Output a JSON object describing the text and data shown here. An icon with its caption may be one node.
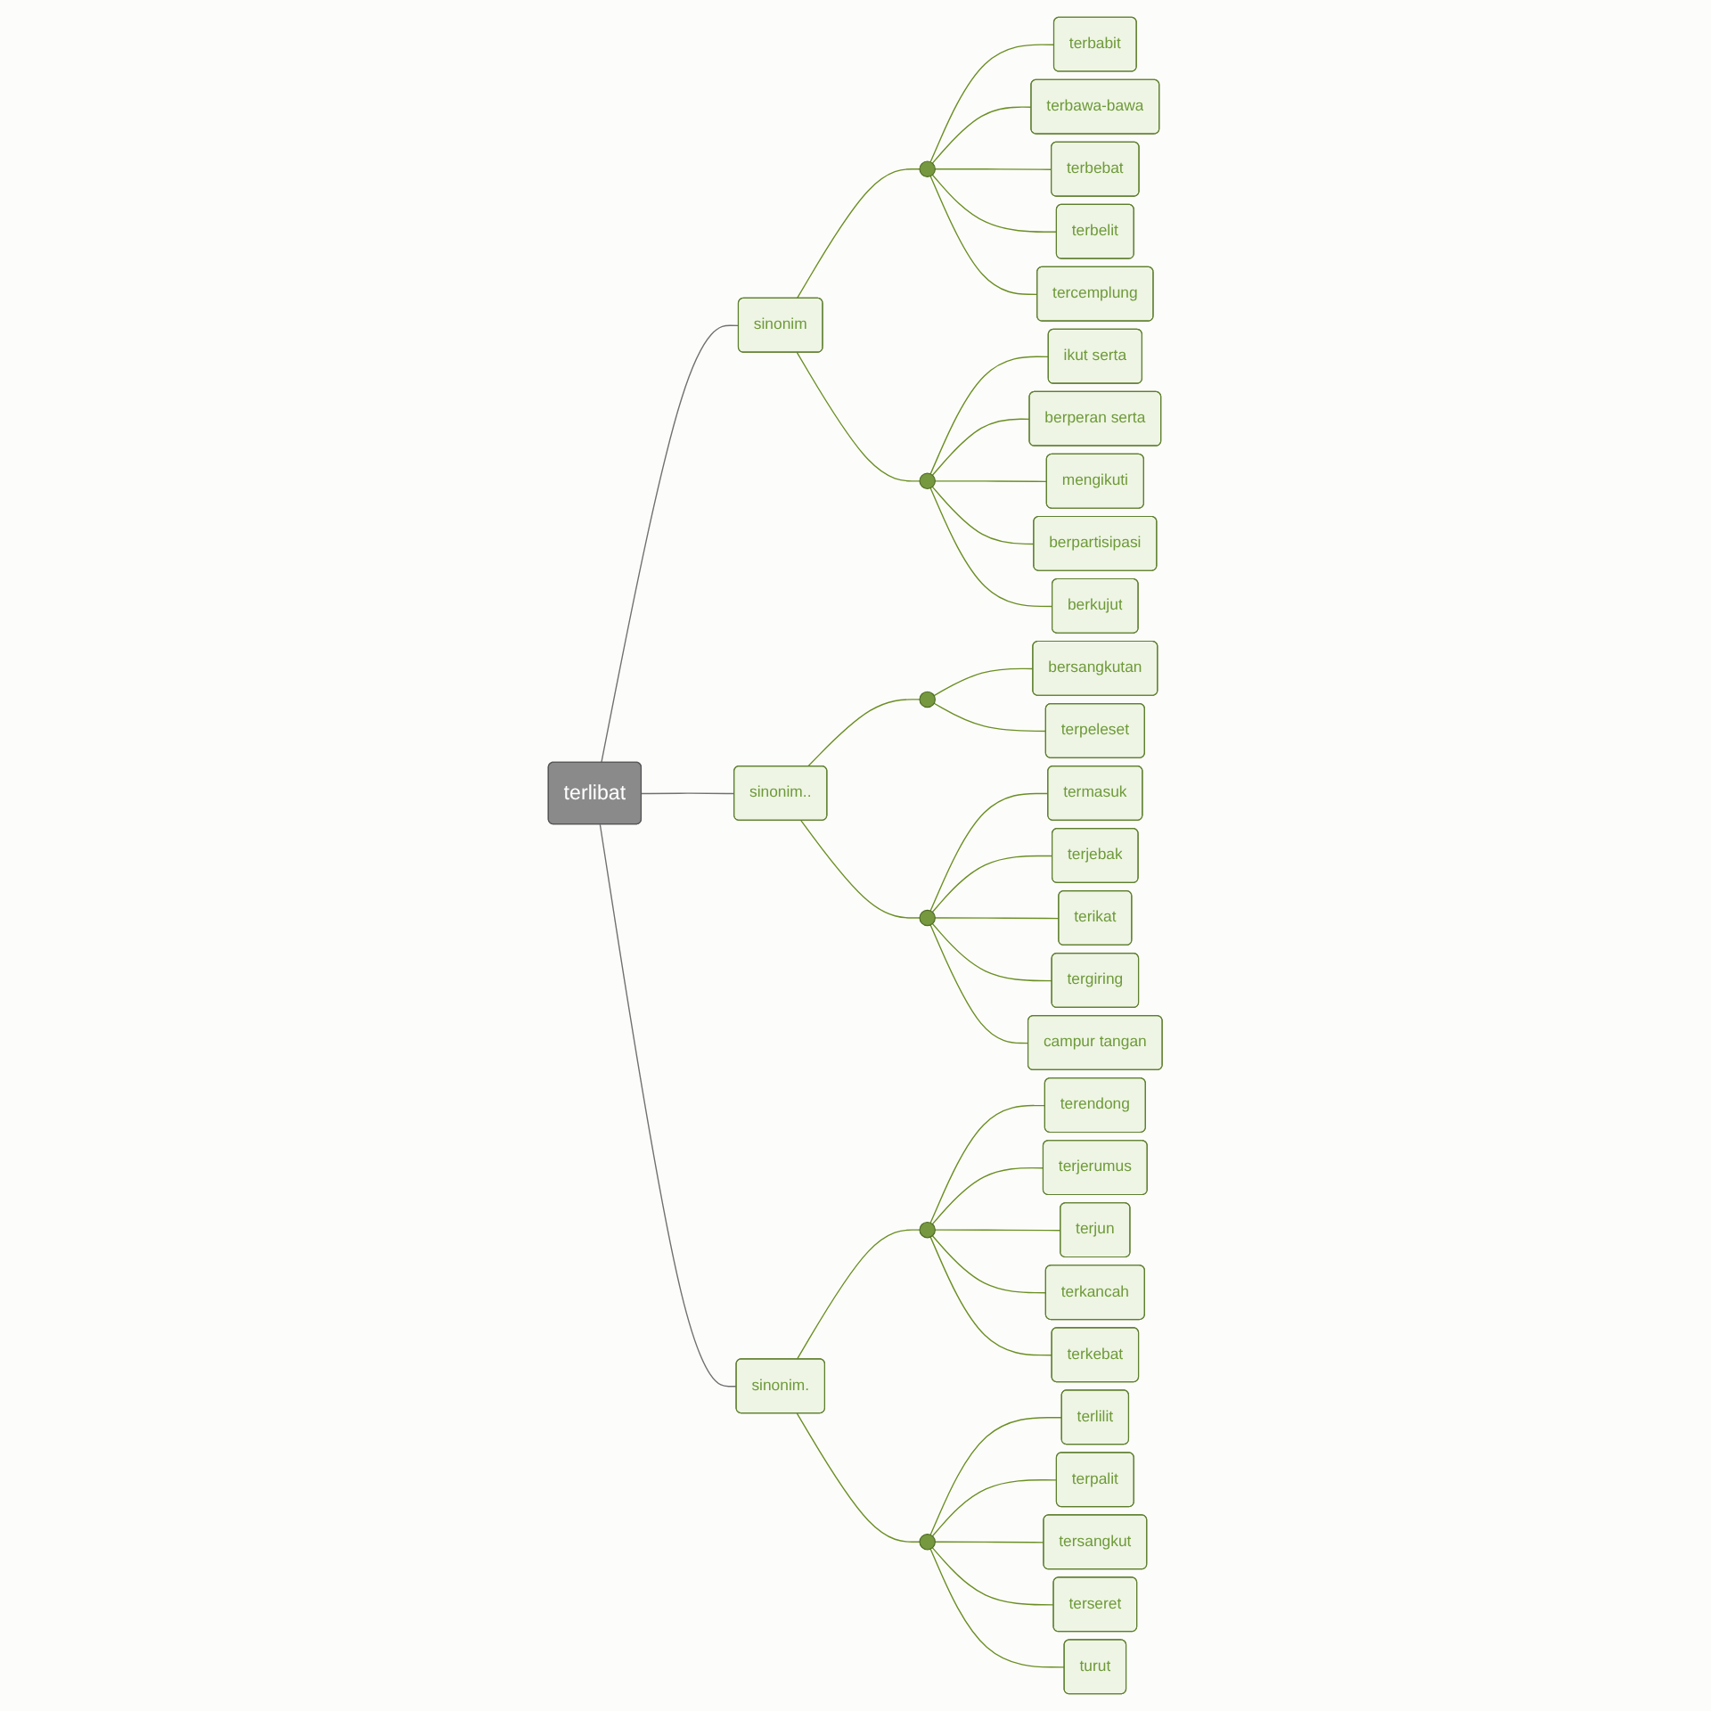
{
  "diagram": {
    "nodes": [
      {
        "text": [
          "terlibat"
        ]
      },
      {
        "text": [
          "sinonim"
        ]
      },
      {
        "text": [],
        "shape": "circle"
      },
      {
        "text": [
          "terbabit"
        ]
      },
      {
        "text": [
          "terbawa-bawa"
        ]
      },
      {
        "text": [
          "terbebat"
        ]
      },
      {
        "text": [
          "terbelit"
        ]
      },
      {
        "text": [
          "tercemplung"
        ]
      },
      {
        "text": [],
        "shape": "circle"
      },
      {
        "text": [
          "ikut serta"
        ]
      },
      {
        "text": [
          "berperan serta"
        ]
      },
      {
        "text": [
          "mengikuti"
        ]
      },
      {
        "text": [
          "berpartisipasi"
        ]
      },
      {
        "text": [
          "berkujut"
        ]
      },
      {
        "text": [
          "sinonim.."
        ]
      },
      {
        "text": [],
        "shape": "circle"
      },
      {
        "text": [
          "bersangkutan"
        ]
      },
      {
        "text": [
          "terpeleset"
        ]
      },
      {
        "text": [],
        "shape": "circle"
      },
      {
        "text": [
          "termasuk"
        ]
      },
      {
        "text": [
          "terjebak"
        ]
      },
      {
        "text": [
          "terikat"
        ]
      },
      {
        "text": [
          "tergiring"
        ]
      },
      {
        "text": [
          "campur tangan"
        ]
      },
      {
        "text": [
          "sinonim."
        ]
      },
      {
        "text": [],
        "shape": "circle"
      },
      {
        "text": [
          "terendong"
        ]
      },
      {
        "text": [
          "terjerumus"
        ]
      },
      {
        "text": [
          "terjun"
        ]
      },
      {
        "text": [
          "terkancah"
        ]
      },
      {
        "text": [
          "terkebat"
        ]
      },
      {
        "text": [],
        "shape": "circle"
      },
      {
        "text": [
          "terlilit"
        ]
      },
      {
        "text": [
          "terpalit"
        ]
      },
      {
        "text": [
          "tersangkut"
        ]
      },
      {
        "text": [
          "terseret"
        ]
      },
      {
        "text": [
          "turut"
        ]
      }
    ],
    "edges": [
      {
        "from": 0,
        "to": 1,
        "arrow": "none",
        "color": "#707070"
      },
      {
        "from": 1,
        "to": 2,
        "arrow": "none"
      },
      {
        "from": 2,
        "to": 3,
        "arrow": "none"
      },
      {
        "from": 2,
        "to": 4,
        "arrow": "none"
      },
      {
        "from": 2,
        "to": 5,
        "arrow": "none"
      },
      {
        "from": 2,
        "to": 6,
        "arrow": "none"
      },
      {
        "from": 2,
        "to": 7,
        "arrow": "none"
      },
      {
        "from": 1,
        "to": 8,
        "arrow": "none"
      },
      {
        "from": 8,
        "to": 9,
        "arrow": "none"
      },
      {
        "from": 8,
        "to": 10,
        "arrow": "none"
      },
      {
        "from": 8,
        "to": 11,
        "arrow": "none"
      },
      {
        "from": 8,
        "to": 12,
        "arrow": "none"
      },
      {
        "from": 8,
        "to": 13,
        "arrow": "none"
      },
      {
        "from": 0,
        "to": 14,
        "arrow": "none",
        "color": "#707070"
      },
      {
        "from": 14,
        "to": 15,
        "arrow": "none"
      },
      {
        "from": 15,
        "to": 16,
        "arrow": "none"
      },
      {
        "from": 15,
        "to": 17,
        "arrow": "none"
      },
      {
        "from": 14,
        "to": 18,
        "arrow": "none"
      },
      {
        "from": 18,
        "to": 19,
        "arrow": "none"
      },
      {
        "from": 18,
        "to": 20,
        "arrow": "none"
      },
      {
        "from": 18,
        "to": 21,
        "arrow": "none"
      },
      {
        "from": 18,
        "to": 22,
        "arrow": "none"
      },
      {
        "from": 18,
        "to": 23,
        "arrow": "none"
      },
      {
        "from": 0,
        "to": 24,
        "arrow": "none",
        "color": "#707070"
      },
      {
        "from": 24,
        "to": 25,
        "arrow": "none"
      },
      {
        "from": 25,
        "to": 26,
        "arrow": "none"
      },
      {
        "from": 25,
        "to": 27,
        "arrow": "none"
      },
      {
        "from": 25,
        "to": 28,
        "arrow": "none"
      },
      {
        "from": 25,
        "to": 29,
        "arrow": "none"
      },
      {
        "from": 25,
        "to": 30,
        "arrow": "none"
      },
      {
        "from": 24,
        "to": 31,
        "arrow": "none"
      },
      {
        "from": 31,
        "to": 32,
        "arrow": "none"
      },
      {
        "from": 31,
        "to": 33,
        "arrow": "none"
      },
      {
        "from": 31,
        "to": 34,
        "arrow": "none"
      },
      {
        "from": 31,
        "to": 35,
        "arrow": "none"
      },
      {
        "from": 31,
        "to": 36,
        "arrow": "none"
      }
    ]
  }
}
